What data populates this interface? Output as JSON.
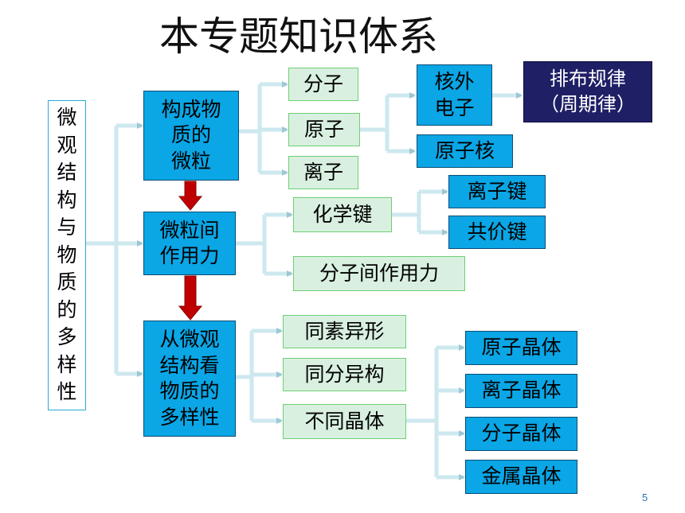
{
  "title": "本专题知识体系",
  "root": [
    "微",
    "观",
    "结",
    "构",
    "与",
    "物",
    "质",
    "的",
    "多",
    "样",
    "性"
  ],
  "level1": {
    "particles": "构成物\n质的\n微粒",
    "interaction": "微粒间\n作用力",
    "diversity": "从微观\n结构看\n物质的\n多样性"
  },
  "particles_children": {
    "molecule": "分子",
    "atom": "原子",
    "ion": "离子"
  },
  "atom_children": {
    "electrons": "核外\n电子",
    "nucleus": "原子核"
  },
  "periodic_law": "排布规律\n（周期律）",
  "interaction_children": {
    "chemical_bond": "化学键",
    "intermolecular": "分子间作用力"
  },
  "bond_children": {
    "ionic": "离子键",
    "covalent": "共价键"
  },
  "diversity_children": {
    "allotropy": "同素异形",
    "isomerism": "同分异构",
    "crystals": "不同晶体"
  },
  "crystal_children": {
    "atomic": "原子晶体",
    "ionic": "离子晶体",
    "molecular": "分子晶体",
    "metallic": "金属晶体"
  },
  "page_number": "5",
  "colors": {
    "blue_box": "#0aa6e6",
    "green_box": "#d9f0e0",
    "navy_box": "#1f1f66",
    "down_arrow": "#c00000",
    "connector": "#cde8ef"
  }
}
